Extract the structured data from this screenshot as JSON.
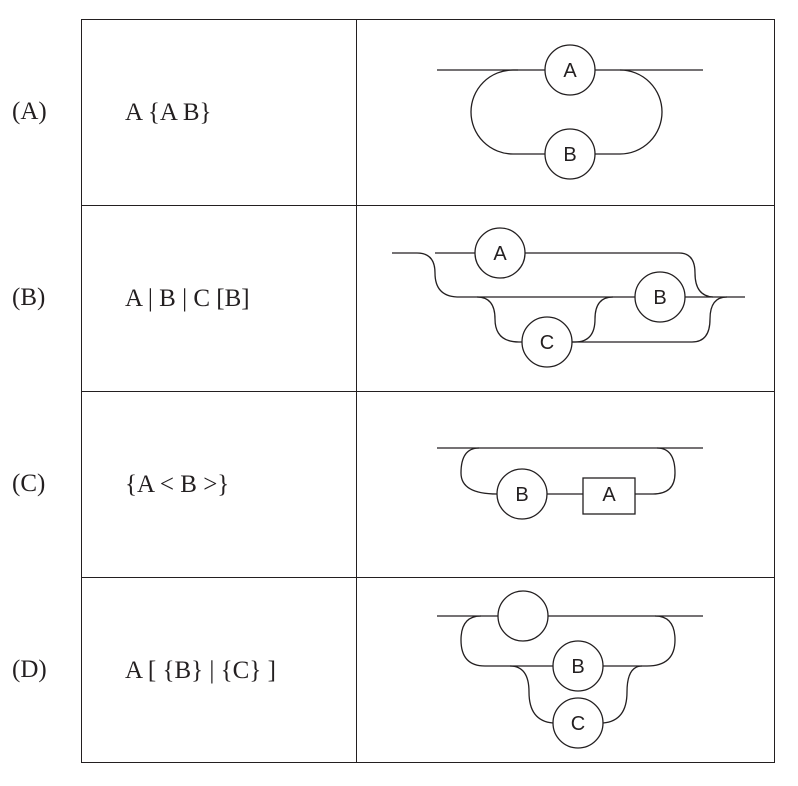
{
  "rows": [
    {
      "label": "(A)",
      "expression": "A {A B}",
      "nodes": [
        "A",
        "B"
      ]
    },
    {
      "label": "(B)",
      "expression": "A | B | C [B]",
      "nodes": [
        "A",
        "B",
        "C"
      ]
    },
    {
      "label": "(C)",
      "expression": "{A < B >}",
      "nodes": [
        "B",
        "A"
      ]
    },
    {
      "label": "(D)",
      "expression": "A [ {B} | {C} ]",
      "nodes": [
        "",
        "B",
        "C"
      ]
    }
  ]
}
